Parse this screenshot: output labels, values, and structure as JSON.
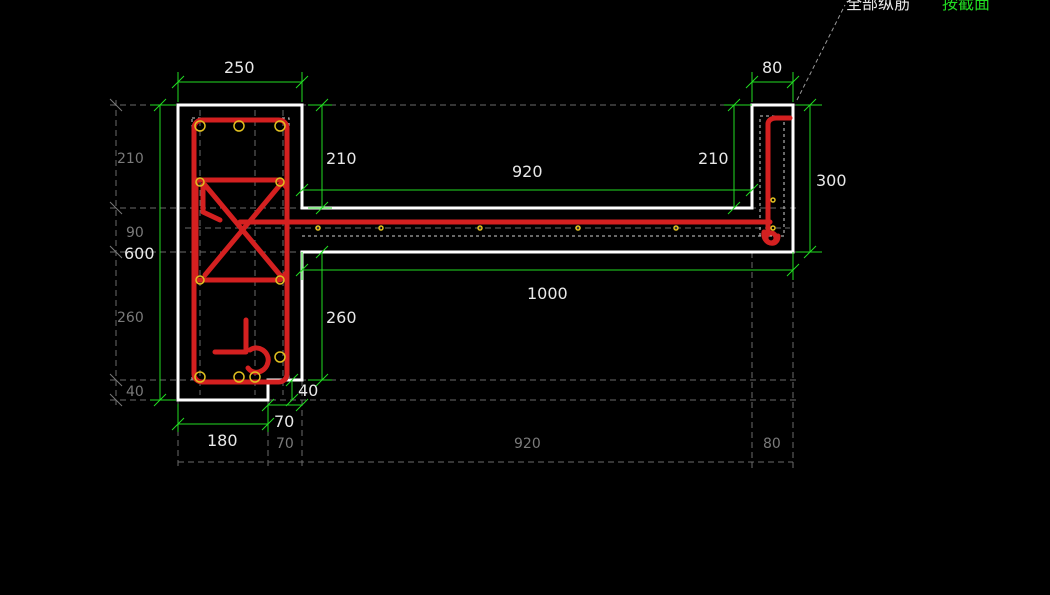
{
  "header": {
    "label_all_rebar": "全部纵筋",
    "label_by_section": "按截面"
  },
  "dims_top": {
    "flange_width": "250",
    "end_width": "80"
  },
  "dims_middle": {
    "left_upper_height": "210",
    "web_span": "920",
    "right_upper_height": "210",
    "right_total_height": "300",
    "web_total_length": "1000",
    "left_lower_height": "260",
    "notch_height": "40",
    "notch_width": "70"
  },
  "dims_left": {
    "seg_210": "210",
    "seg_90": "90",
    "total_600": "600",
    "seg_260": "260",
    "seg_40": "40"
  },
  "dims_bottom": {
    "seg_180": "180",
    "seg_70": "70",
    "seg_920": "920",
    "seg_80": "80"
  },
  "colors": {
    "background": "#000000",
    "outline": "#ffffff",
    "rebar": "#d42020",
    "dimension": "#22dd22",
    "grid": "#7a7a7a",
    "bar_marker": "#e0c020"
  }
}
